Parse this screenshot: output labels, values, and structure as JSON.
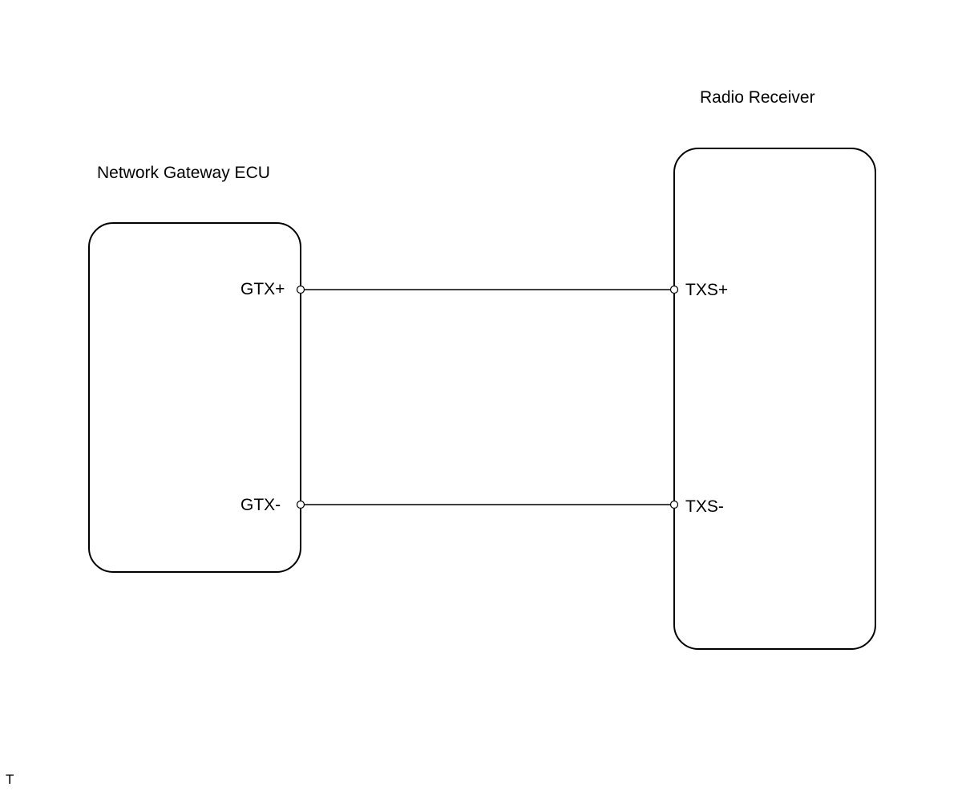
{
  "components": {
    "gateway": {
      "title": "Network Gateway ECU",
      "pins": {
        "high": "GTX+",
        "low": "GTX-"
      }
    },
    "receiver": {
      "title": "Radio Receiver",
      "pins": {
        "high": "TXS+",
        "low": "TXS-"
      }
    }
  },
  "connections": [
    {
      "from": "GTX+",
      "to": "TXS+"
    },
    {
      "from": "GTX-",
      "to": "TXS-"
    }
  ],
  "corner_mark": "T",
  "colors": {
    "line": "#000000",
    "background": "#ffffff"
  }
}
